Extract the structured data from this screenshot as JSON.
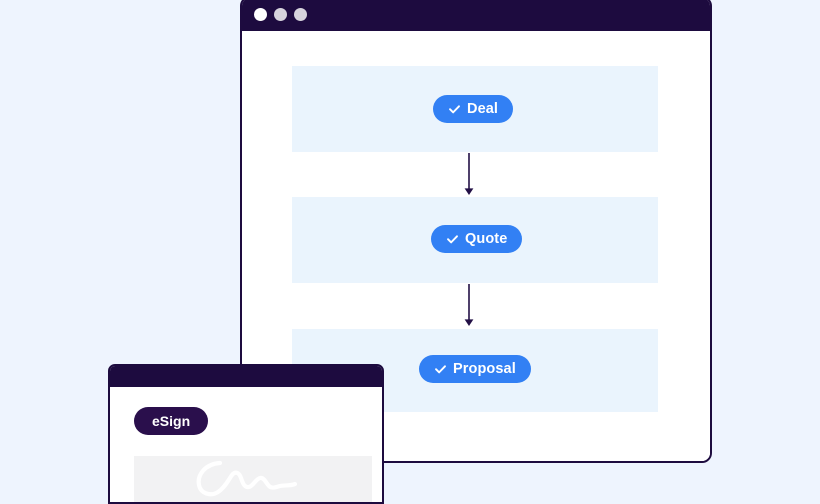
{
  "palette": {
    "page_background": "#eef4fe",
    "window_border": "#1d0b3f",
    "titlebar": "#1d0b3f",
    "band_background": "#eaf4fd",
    "pill_blue": "#3280f4",
    "pill_navy": "#2a0f4c",
    "pill_text": "#ffffff",
    "arrow": "#231046",
    "signature_box": "#f2f2f3",
    "signature_stroke": "#ffffff",
    "window_dot_active": "#ffffff",
    "window_dot_idle": "#d6d3dc"
  },
  "main_window": {
    "titlebar": {
      "dots": [
        {
          "name": "window-dot-close",
          "color": "#ffffff"
        },
        {
          "name": "window-dot-minimize",
          "color": "#d6d3dc"
        },
        {
          "name": "window-dot-maximize",
          "color": "#d6d3dc"
        }
      ]
    },
    "flow": {
      "steps": [
        {
          "label": "Deal",
          "icon": "check-icon",
          "state": "completed"
        },
        {
          "label": "Quote",
          "icon": "check-icon",
          "state": "completed"
        },
        {
          "label": "Proposal",
          "icon": "check-icon",
          "state": "completed"
        }
      ],
      "connectors": [
        {
          "name": "arrow-deal-to-quote",
          "icon": "arrow-down-icon"
        },
        {
          "name": "arrow-quote-to-proposal",
          "icon": "arrow-down-icon"
        }
      ]
    }
  },
  "esign_window": {
    "badge": {
      "label": "eSign"
    },
    "signature": {
      "icon": "signature-stroke-icon"
    }
  }
}
